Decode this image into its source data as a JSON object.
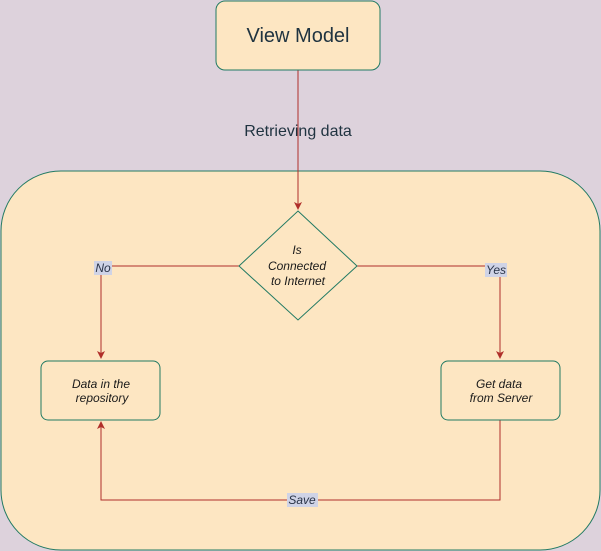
{
  "colors": {
    "background": "#ddd2dc",
    "node_fill": "#fde6c2",
    "node_stroke": "#217a63",
    "arrow": "#b02f2a",
    "edge_label_bg": "#cfd3e6"
  },
  "nodes": {
    "view_model": "View Model",
    "decision": [
      "Is",
      "Connected",
      "to Internet"
    ],
    "repository": [
      "Data in the",
      "repository"
    ],
    "server": [
      "Get data",
      "from Server"
    ]
  },
  "edges": {
    "retrieving": "Retrieving data",
    "no": "No",
    "yes": "Yes",
    "save": "Save"
  }
}
